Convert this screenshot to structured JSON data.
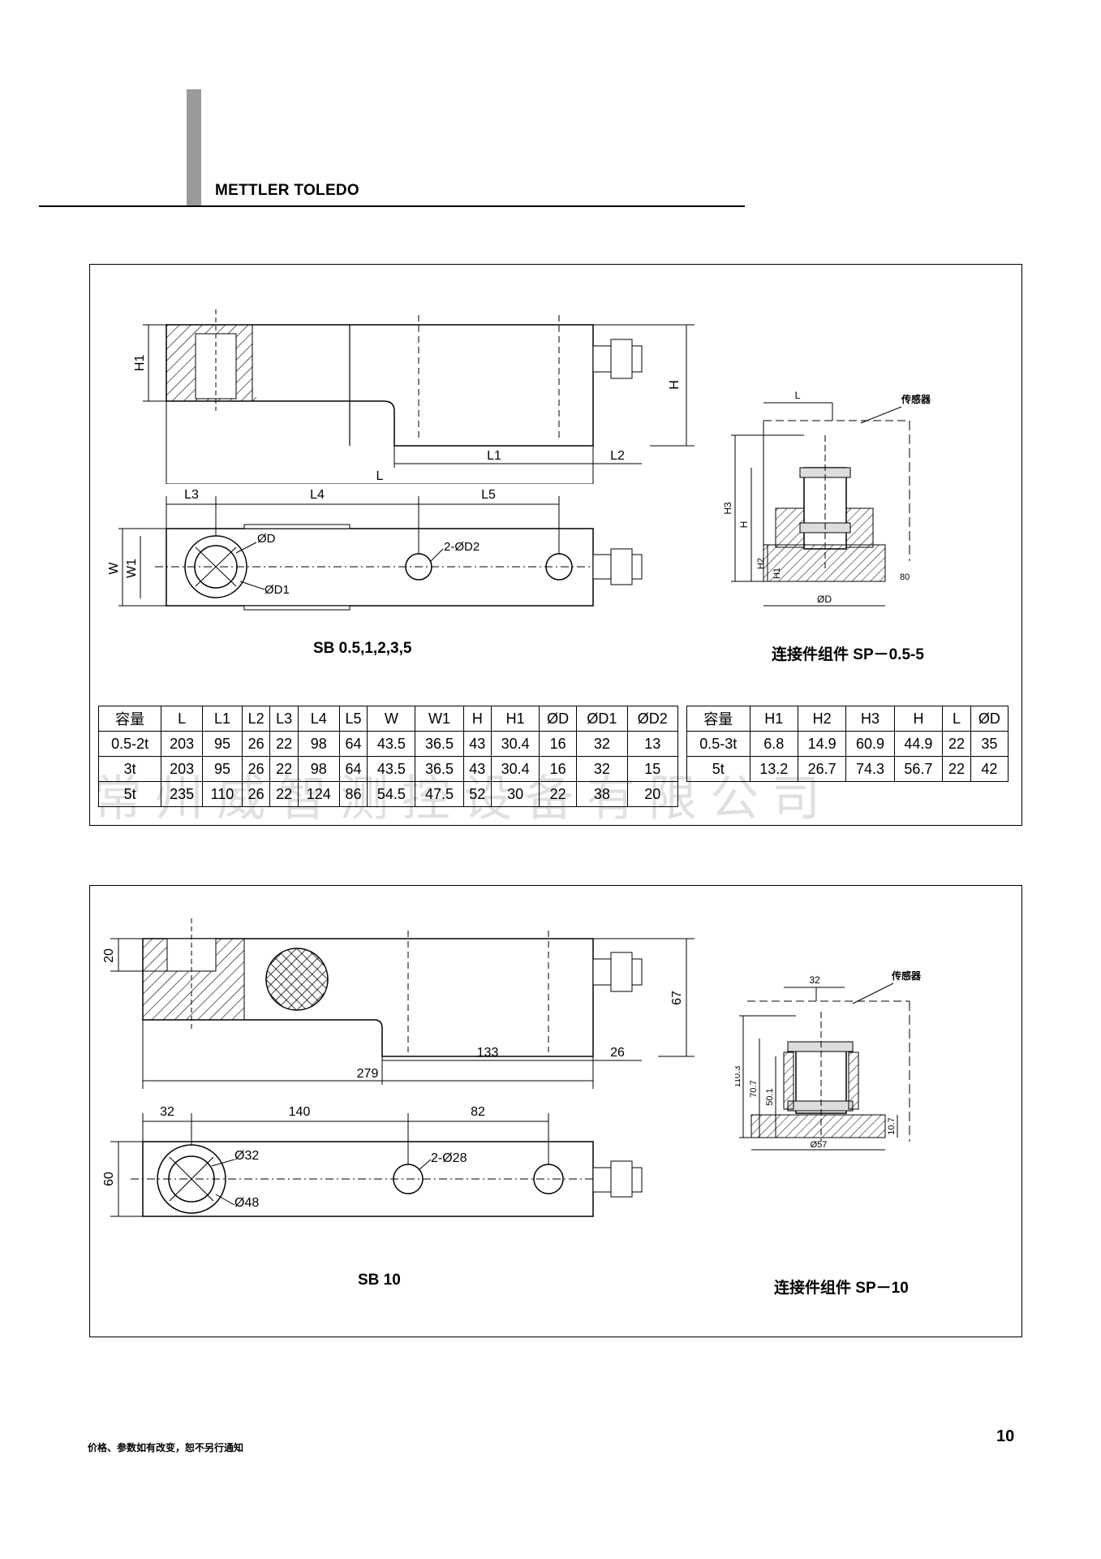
{
  "header": {
    "brand": "METTLER TOLEDO"
  },
  "panel1": {
    "drawing_side": {
      "h1": "H1",
      "h": "H",
      "l1": "L1",
      "l2": "L2",
      "l": "L"
    },
    "drawing_top": {
      "l3": "L3",
      "l4": "L4",
      "l5": "L5",
      "w": "W",
      "w1": "W1",
      "d": "ØD",
      "d1": "ØD1",
      "d2": "2-ØD2"
    },
    "caption_left": "SB 0.5,1,2,3,5",
    "connector": {
      "l": "L",
      "sensor": "传感器",
      "h3": "H3",
      "h": "H",
      "h2": "H2",
      "h1": "H1",
      "angle": "80",
      "d": "ØD"
    },
    "caption_right": "连接件组件 SP－0.5-5",
    "table_sb": {
      "headers": [
        "容量",
        "L",
        "L1",
        "L2",
        "L3",
        "L4",
        "L5",
        "W",
        "W1",
        "H",
        "H1",
        "ØD",
        "ØD1",
        "ØD2"
      ],
      "rows": [
        [
          "0.5-2t",
          "203",
          "95",
          "26",
          "22",
          "98",
          "64",
          "43.5",
          "36.5",
          "43",
          "30.4",
          "16",
          "32",
          "13"
        ],
        [
          "3t",
          "203",
          "95",
          "26",
          "22",
          "98",
          "64",
          "43.5",
          "36.5",
          "43",
          "30.4",
          "16",
          "32",
          "15"
        ],
        [
          "5t",
          "235",
          "110",
          "26",
          "22",
          "124",
          "86",
          "54.5",
          "47.5",
          "52",
          "30",
          "22",
          "38",
          "20"
        ]
      ]
    },
    "table_sp": {
      "headers": [
        "容量",
        "H1",
        "H2",
        "H3",
        "H",
        "L",
        "ØD"
      ],
      "rows": [
        [
          "0.5-3t",
          "6.8",
          "14.9",
          "60.9",
          "44.9",
          "22",
          "35"
        ],
        [
          "5t",
          "13.2",
          "26.7",
          "74.3",
          "56.7",
          "22",
          "42"
        ]
      ]
    }
  },
  "watermark": "常州威智测控设备有限公司",
  "panel2": {
    "drawing_side": {
      "h1": "20",
      "h": "67",
      "l1": "133",
      "l2": "26",
      "l": "279"
    },
    "drawing_top": {
      "l3": "32",
      "l4": "140",
      "l5": "82",
      "w": "60",
      "d": "Ø32",
      "d1": "Ø48",
      "d2": "2-Ø28"
    },
    "caption_left": "SB 10",
    "connector": {
      "l": "32",
      "sensor": "传感器",
      "h3": "110.3",
      "h": "70.7",
      "h2": "50.1",
      "h1": "10.7",
      "d": "Ø57"
    },
    "caption_right": "连接件组件 SP－10"
  },
  "footer": {
    "note": "价格、参数如有改变，恕不另行通知",
    "page": "10"
  }
}
